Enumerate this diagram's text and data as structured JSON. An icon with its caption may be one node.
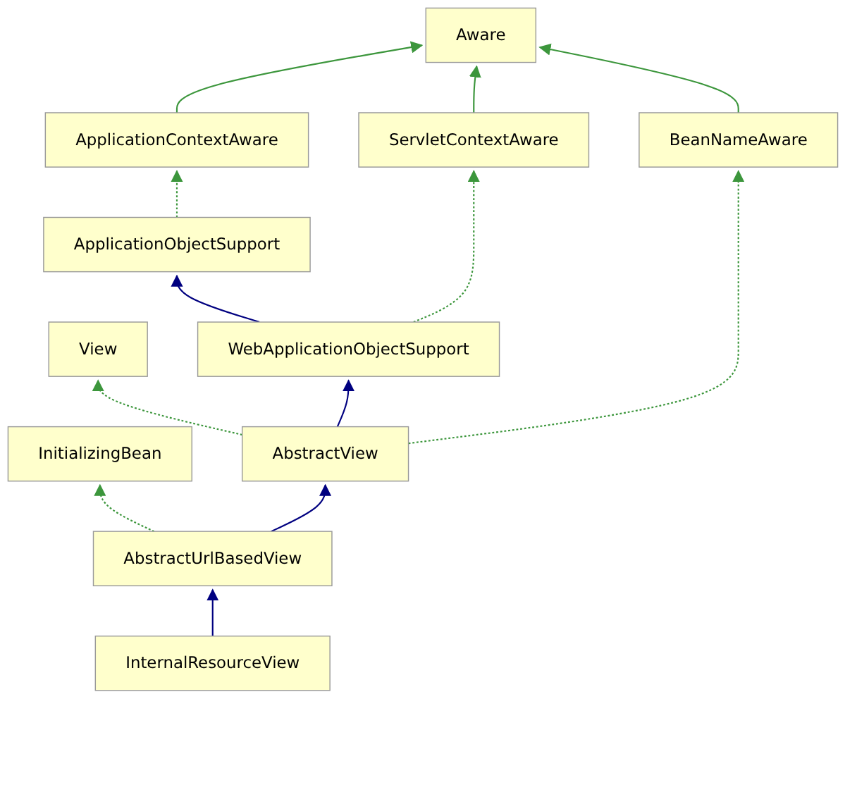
{
  "diagram": {
    "nodes": [
      {
        "text": [
          "Aware"
        ]
      },
      {
        "text": [
          "ApplicationContextAware"
        ]
      },
      {
        "text": [
          "ServletContextAware"
        ]
      },
      {
        "text": [
          "BeanNameAware"
        ]
      },
      {
        "text": [
          "ApplicationObjectSupport"
        ]
      },
      {
        "text": [
          "View"
        ]
      },
      {
        "text": [
          "WebApplicationObjectSupport"
        ]
      },
      {
        "text": [
          "InitializingBean"
        ]
      },
      {
        "text": [
          "AbstractView"
        ]
      },
      {
        "text": [
          "AbstractUrlBasedView"
        ]
      },
      {
        "text": [
          "InternalResourceView"
        ]
      }
    ],
    "edges": [
      {
        "from": 1,
        "to": 0,
        "arrow": "to"
      },
      {
        "from": 2,
        "to": 0,
        "arrow": "to"
      },
      {
        "from": 3,
        "to": 0,
        "arrow": "to"
      },
      {
        "from": 4,
        "to": 1,
        "arrow": "to",
        "style": "dashed"
      },
      {
        "from": 6,
        "to": 4,
        "arrow": "to",
        "color": "#000080"
      },
      {
        "from": 6,
        "to": 2,
        "arrow": "to",
        "style": "dashed"
      },
      {
        "from": 8,
        "to": 6,
        "arrow": "to",
        "color": "#000080"
      },
      {
        "from": 8,
        "to": 5,
        "arrow": "to",
        "style": "dashed"
      },
      {
        "from": 8,
        "to": 3,
        "arrow": "to",
        "style": "dashed"
      },
      {
        "from": 9,
        "to": 7,
        "arrow": "to",
        "style": "dashed"
      },
      {
        "from": 9,
        "to": 8,
        "arrow": "to",
        "color": "#000080"
      },
      {
        "from": 10,
        "to": 9,
        "arrow": "to",
        "color": "#000080"
      }
    ]
  }
}
